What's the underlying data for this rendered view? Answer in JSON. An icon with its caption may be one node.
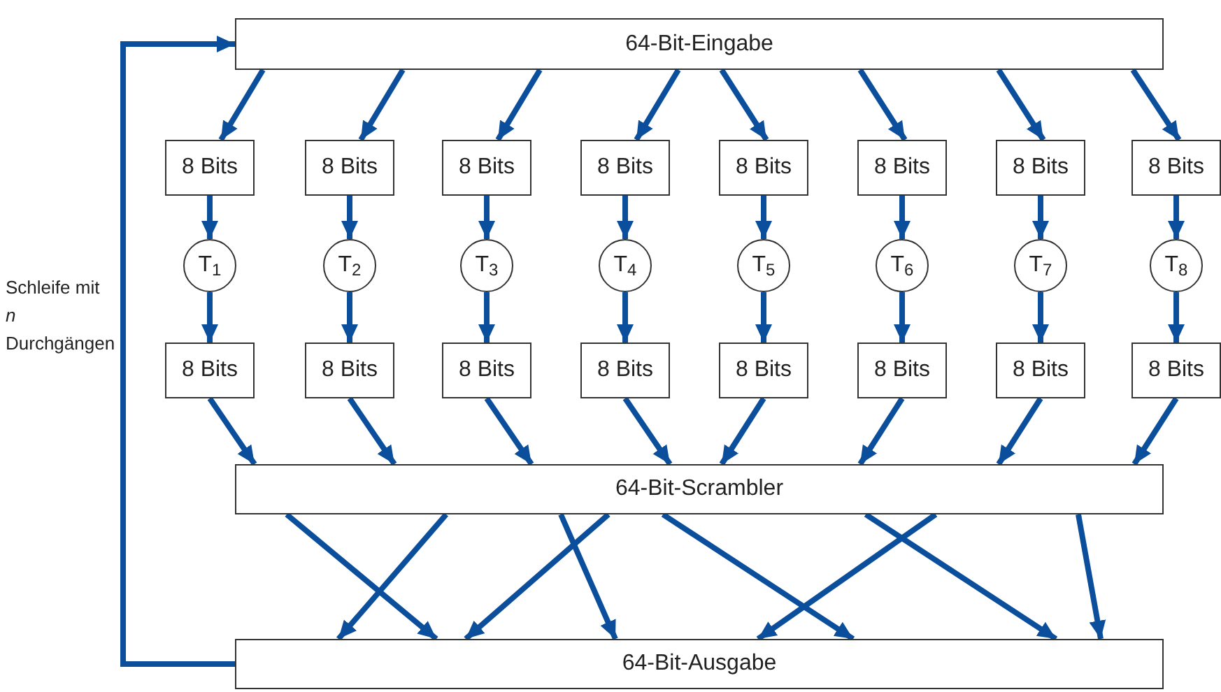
{
  "diagram": {
    "nodes": [
      {
        "text": [
          "64-Bit-Eingabe"
        ]
      },
      {
        "text": [
          "8 Bits"
        ]
      },
      {
        "text": [
          "8 Bits"
        ]
      },
      {
        "text": [
          "8 Bits"
        ]
      },
      {
        "text": [
          "8 Bits"
        ]
      },
      {
        "text": [
          "8 Bits"
        ]
      },
      {
        "text": [
          "8 Bits"
        ]
      },
      {
        "text": [
          "8 Bits"
        ]
      },
      {
        "text": [
          "8 Bits"
        ]
      },
      {
        "text": [
          "T$_{1}$"
        ]
      },
      {
        "text": [
          "T$_{2}$"
        ]
      },
      {
        "text": [
          "T$_{3}$"
        ]
      },
      {
        "text": [
          "T$_{4}$"
        ]
      },
      {
        "text": [
          "T$_{5}$"
        ]
      },
      {
        "text": [
          "T$_{6}$"
        ]
      },
      {
        "text": [
          "T$_{7}$"
        ]
      },
      {
        "text": [
          "T$_{8}$"
        ]
      },
      {
        "text": [
          "8 Bits"
        ]
      },
      {
        "text": [
          "8 Bits"
        ]
      },
      {
        "text": [
          "8 Bits"
        ]
      },
      {
        "text": [
          "8 Bits"
        ]
      },
      {
        "text": [
          "8 Bits"
        ]
      },
      {
        "text": [
          "8 Bits"
        ]
      },
      {
        "text": [
          "8 Bits"
        ]
      },
      {
        "text": [
          "8 Bits"
        ]
      },
      {
        "text": [
          "64-Bit-Scrambler"
        ]
      },
      {
        "text": [
          "64-Bit-Ausgabe"
        ]
      }
    ],
    "edges": [
      {
        "from": 0,
        "to": 1,
        "arrow": "to"
      },
      {
        "from": 0,
        "to": 2,
        "arrow": "to"
      },
      {
        "from": 0,
        "to": 3,
        "arrow": "to"
      },
      {
        "from": 0,
        "to": 4,
        "arrow": "to"
      },
      {
        "from": 0,
        "to": 5,
        "arrow": "to"
      },
      {
        "from": 0,
        "to": 6,
        "arrow": "to"
      },
      {
        "from": 0,
        "to": 7,
        "arrow": "to"
      },
      {
        "from": 0,
        "to": 8,
        "arrow": "to"
      },
      {
        "from": 1,
        "to": 9,
        "arrow": "to"
      },
      {
        "from": 2,
        "to": 10,
        "arrow": "to"
      },
      {
        "from": 3,
        "to": 11,
        "arrow": "to"
      },
      {
        "from": 4,
        "to": 12,
        "arrow": "to"
      },
      {
        "from": 5,
        "to": 13,
        "arrow": "to"
      },
      {
        "from": 6,
        "to": 14,
        "arrow": "to"
      },
      {
        "from": 7,
        "to": 15,
        "arrow": "to"
      },
      {
        "from": 8,
        "to": 16,
        "arrow": "to"
      },
      {
        "from": 9,
        "to": 17,
        "arrow": "to"
      },
      {
        "from": 10,
        "to": 18,
        "arrow": "to"
      },
      {
        "from": 11,
        "to": 19,
        "arrow": "to"
      },
      {
        "from": 12,
        "to": 20,
        "arrow": "to"
      },
      {
        "from": 13,
        "to": 21,
        "arrow": "to"
      },
      {
        "from": 14,
        "to": 22,
        "arrow": "to"
      },
      {
        "from": 15,
        "to": 23,
        "arrow": "to"
      },
      {
        "from": 16,
        "to": 24,
        "arrow": "to"
      },
      {
        "from": 17,
        "to": 25,
        "arrow": "to"
      },
      {
        "from": 18,
        "to": 25,
        "arrow": "to"
      },
      {
        "from": 19,
        "to": 25,
        "arrow": "to"
      },
      {
        "from": 20,
        "to": 25,
        "arrow": "to"
      },
      {
        "from": 21,
        "to": 25,
        "arrow": "to"
      },
      {
        "from": 22,
        "to": 25,
        "arrow": "to"
      },
      {
        "from": 23,
        "to": 25,
        "arrow": "to"
      },
      {
        "from": 24,
        "to": 25,
        "arrow": "to"
      },
      {
        "from": 25,
        "to": 26,
        "arrow": "to"
      },
      {
        "from": 25,
        "to": 26,
        "arrow": "to"
      },
      {
        "from": 25,
        "to": 26,
        "arrow": "to"
      },
      {
        "from": 25,
        "to": 26,
        "arrow": "to"
      },
      {
        "from": 25,
        "to": 26,
        "arrow": "to"
      },
      {
        "from": 25,
        "to": 26,
        "arrow": "to"
      },
      {
        "from": 25,
        "to": 26,
        "arrow": "to"
      },
      {
        "from": 25,
        "to": 26,
        "arrow": "to"
      },
      {
        "from": 26,
        "to": 0,
        "arrow": "to"
      }
    ],
    "labels": [
      "Schleife mit *n* Durchgängen"
    ]
  }
}
